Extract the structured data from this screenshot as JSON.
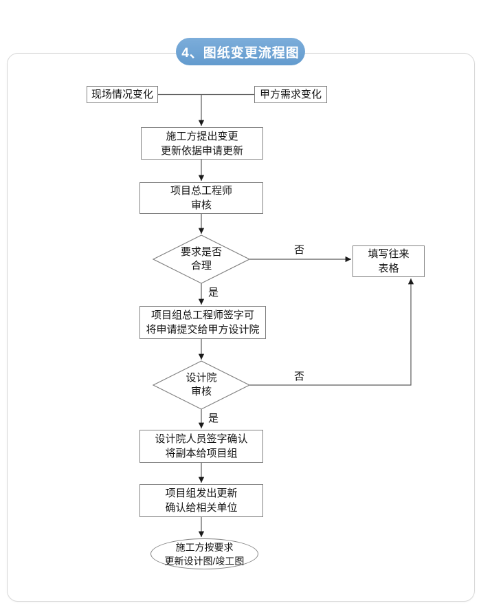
{
  "title": "4、图纸变更流程图",
  "flowchart": {
    "nodes": {
      "site_change": "现场情况变化",
      "client_change": "甲方需求变化",
      "propose_change": "施工方提出变更\n更新依据申请更新",
      "chief_engineer_review": "项目总工程师\n审核",
      "decision_reasonable": "要求是否\n合理",
      "fill_form": "填写往来\n表格",
      "sign_and_submit": "项目组总工程师签字可\n将申请提交给甲方设计院",
      "design_institute_review": "设计院\n审核",
      "institute_sign_confirm": "设计院人员签字确认\n将副本给项目组",
      "issue_update": "项目组发出更新\n确认给相关单位",
      "update_drawings": "施工方按要求\n更新设计图/竣工图"
    },
    "labels": {
      "yes": "是",
      "no": "否"
    }
  },
  "colors": {
    "title_bg": "#6aa0d4",
    "title_text": "#ffffff",
    "frame_border": "#d8d8d8",
    "node_border": "#808080",
    "connector": "#595959",
    "arrowhead": "#1a1a1a"
  }
}
